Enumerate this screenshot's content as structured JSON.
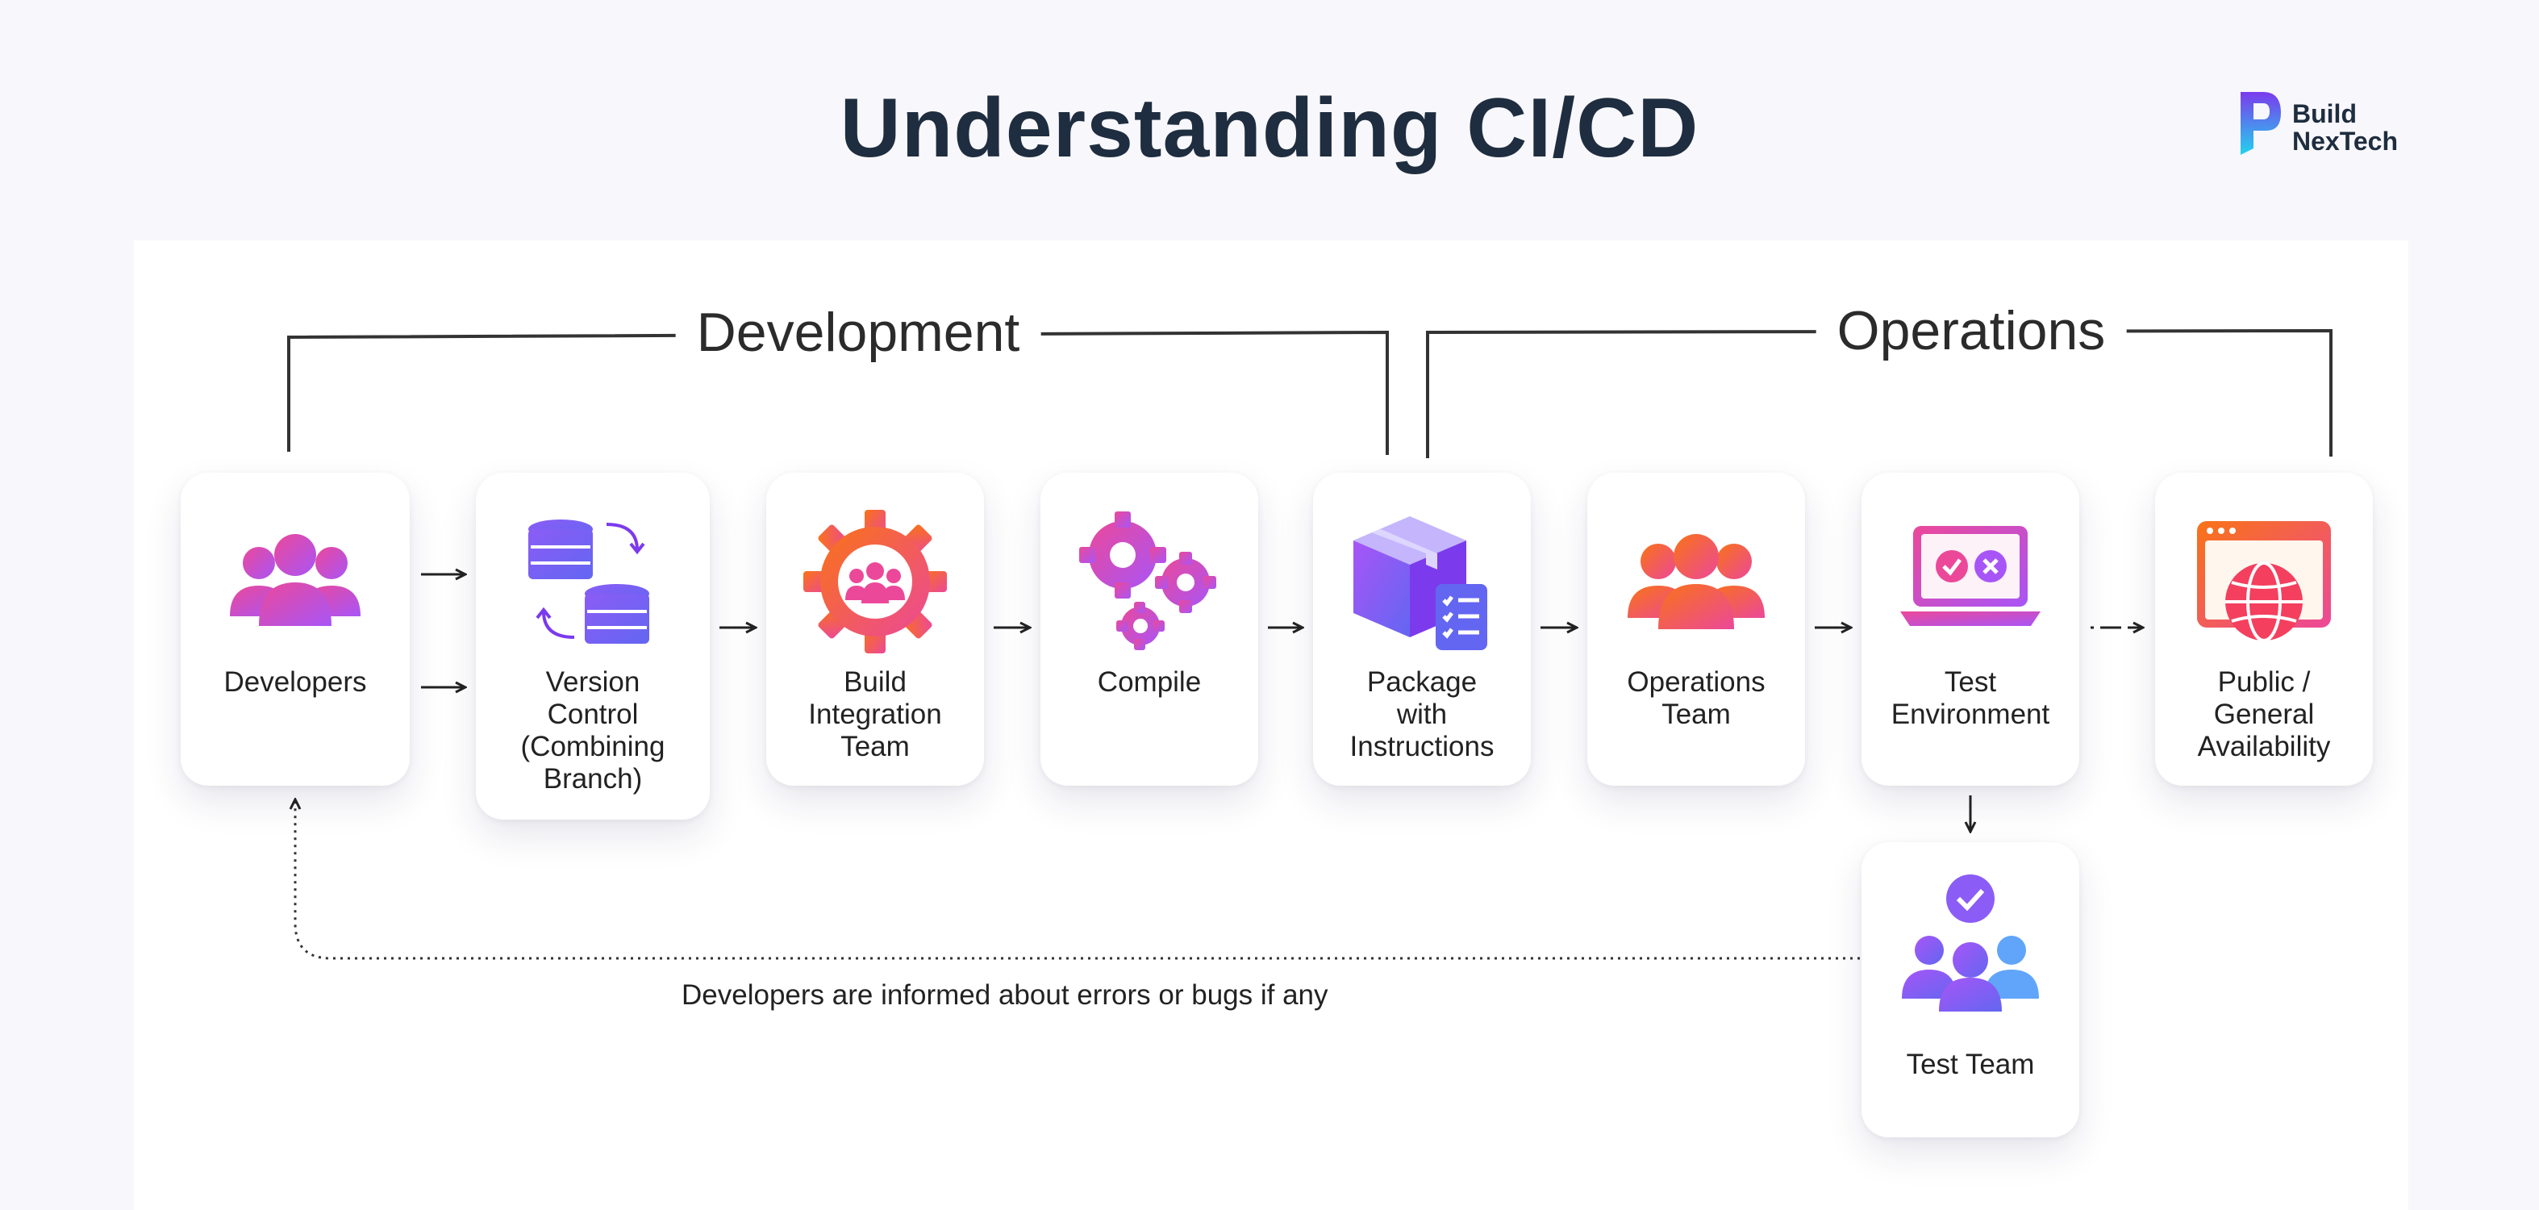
{
  "title": "Understanding CI/CD",
  "logo": {
    "line1": "Build",
    "line2": "NexTech"
  },
  "phases": {
    "development": "Development",
    "operations": "Operations"
  },
  "stages": [
    {
      "id": "developers",
      "label": "Developers",
      "icon": "developers-group-icon"
    },
    {
      "id": "version-control",
      "label": "Version\nControl\n(Combining\nBranch)",
      "icon": "database-sync-icon"
    },
    {
      "id": "build-integration",
      "label": "Build\nIntegration\nTeam",
      "icon": "gear-team-icon"
    },
    {
      "id": "compile",
      "label": "Compile",
      "icon": "gears-icon"
    },
    {
      "id": "package",
      "label": "Package\nwith\nInstructions",
      "icon": "package-box-icon"
    },
    {
      "id": "operations-team",
      "label": "Operations\nTeam",
      "icon": "operations-group-icon"
    },
    {
      "id": "test-environment",
      "label": "Test\nEnvironment",
      "icon": "laptop-check-icon"
    },
    {
      "id": "public-availability",
      "label": "Public /\nGeneral\nAvailability",
      "icon": "globe-browser-icon"
    },
    {
      "id": "test-team",
      "label": "Test Team",
      "icon": "test-team-check-icon"
    }
  ],
  "feedback": "Developers are informed about errors or bugs if any",
  "colors": {
    "pink": "#ec4899",
    "purple": "#a855f7",
    "orange": "#f97316",
    "indigo": "#6366f1",
    "text": "#1e2d3f"
  }
}
